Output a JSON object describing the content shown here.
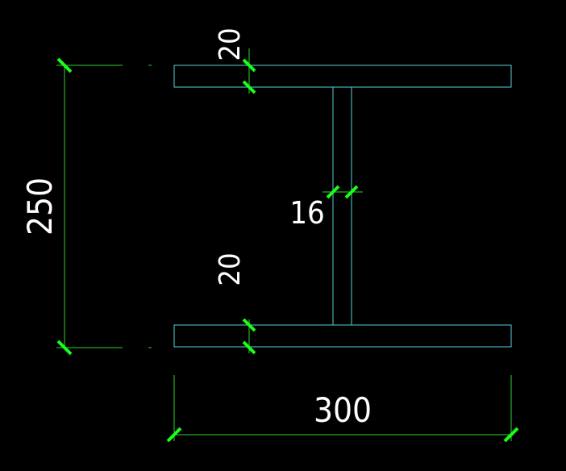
{
  "drawing": {
    "colors": {
      "background": "#000000",
      "section_outline": "#59d0d8",
      "dimension_line": "#2bd32b",
      "tick": "#19ff19",
      "text": "#ffffff"
    },
    "dimensions": {
      "overall_height": "250",
      "flange_width": "300",
      "top_flange_thickness": "20",
      "bottom_flange_thickness": "20",
      "web_thickness": "16"
    }
  }
}
